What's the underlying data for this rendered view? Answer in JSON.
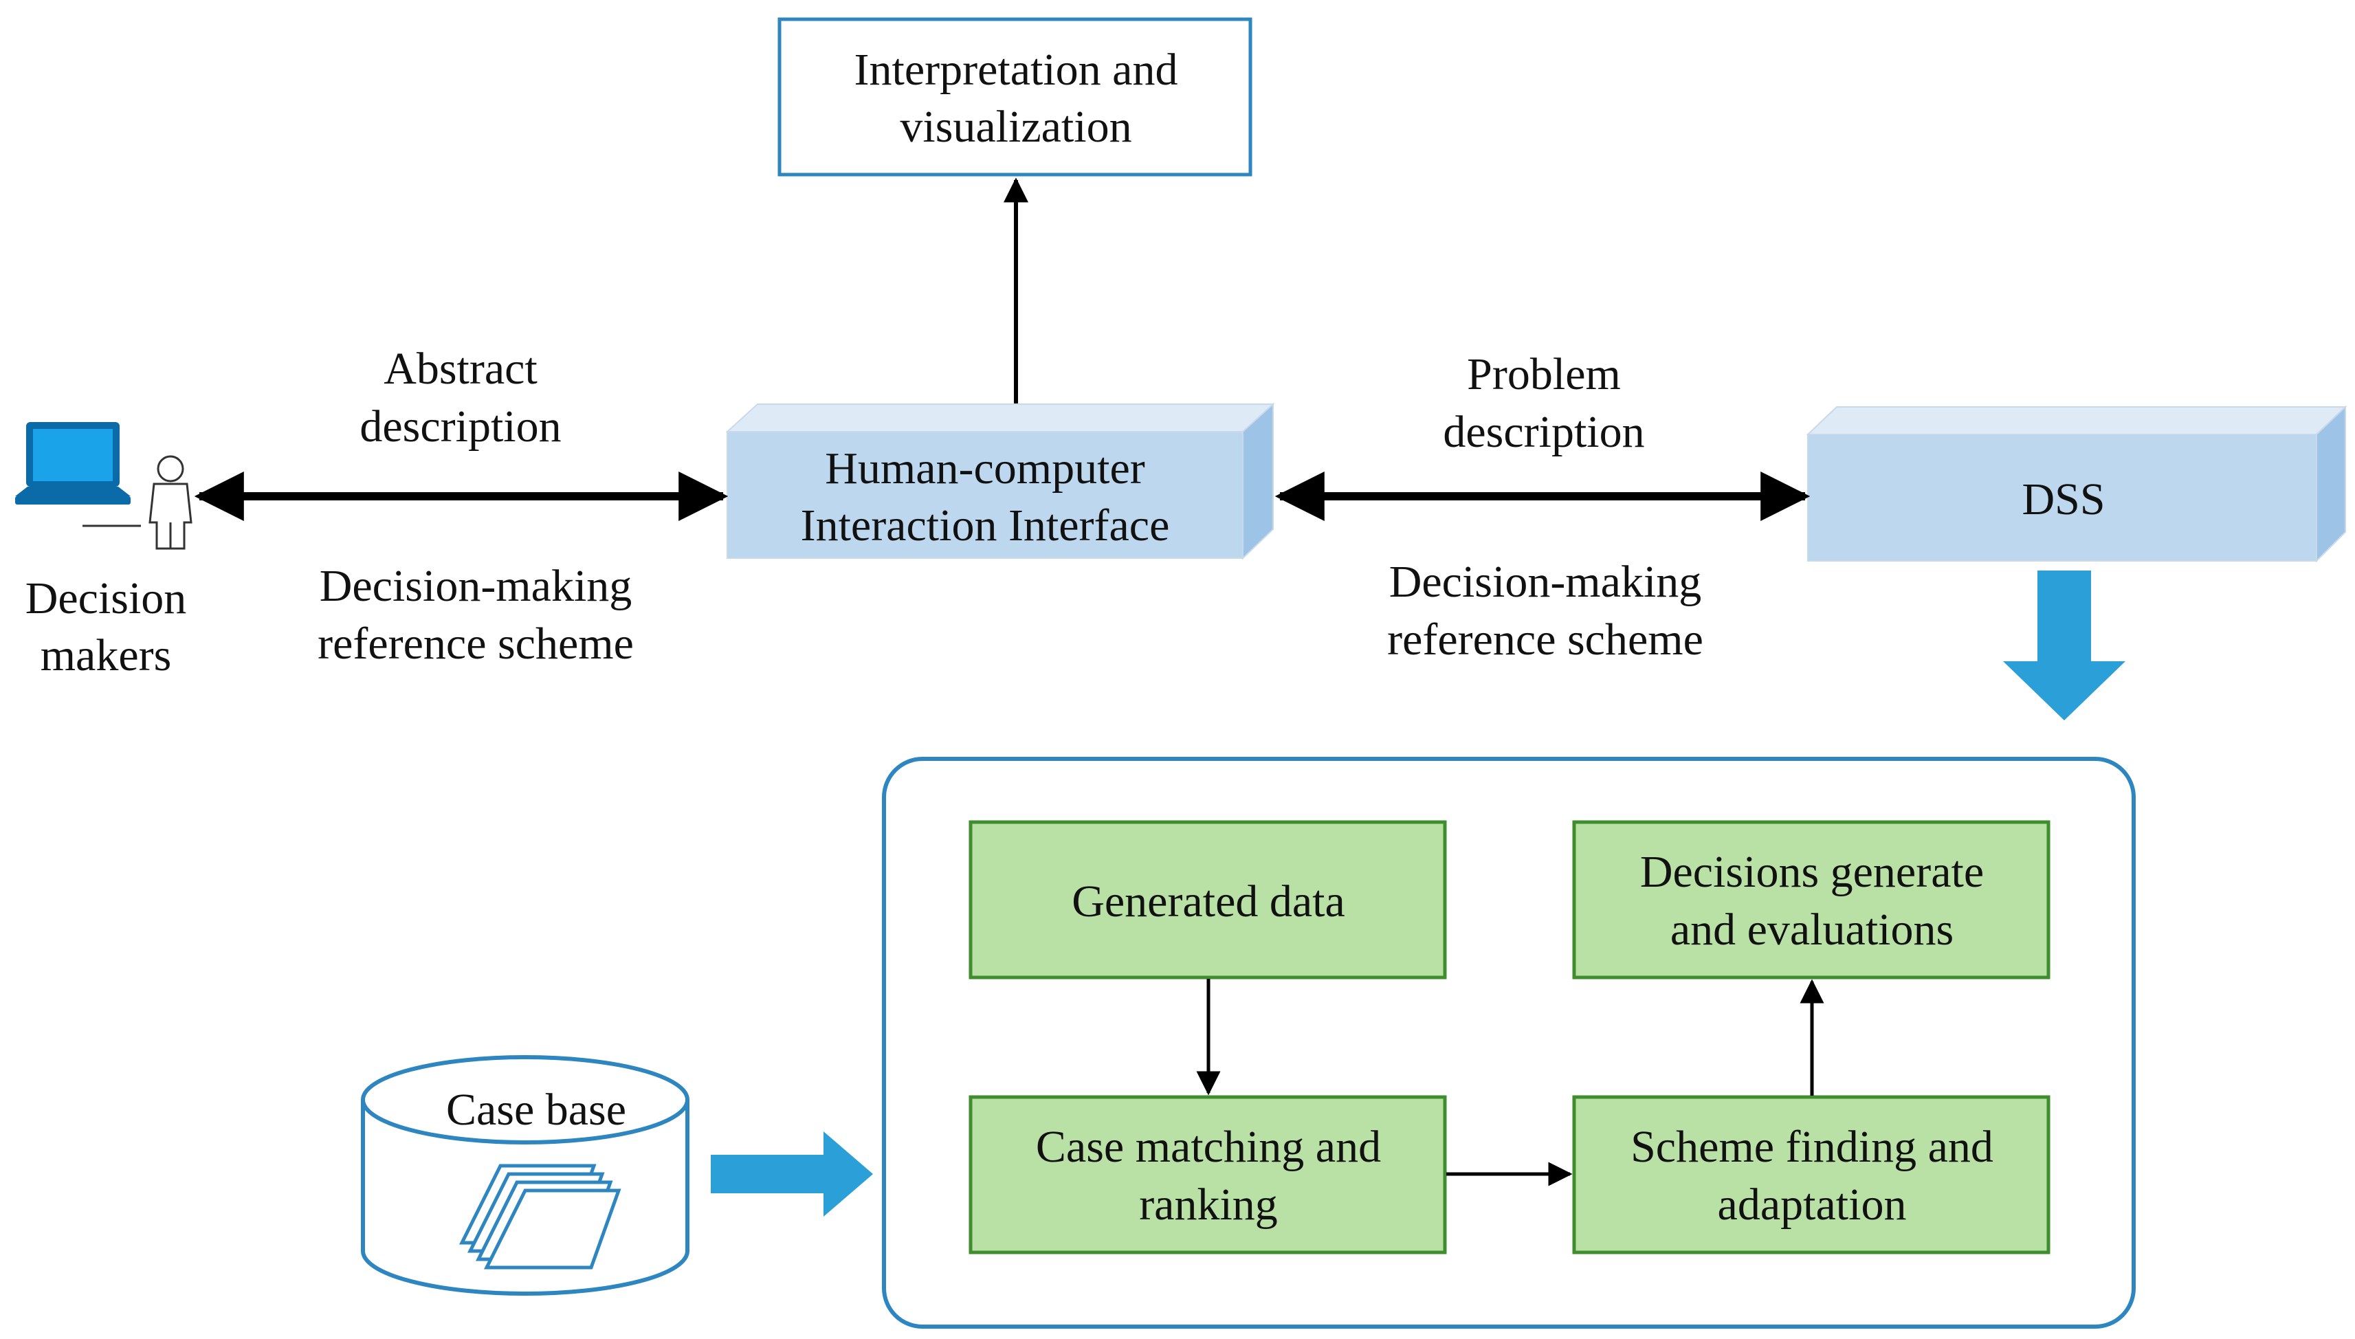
{
  "actor": {
    "label_lines": [
      "Decision",
      "makers"
    ],
    "icons": [
      "laptop-icon",
      "person-icon"
    ]
  },
  "nodes": {
    "interpretation": {
      "lines": [
        "Interpretation and",
        "visualization"
      ]
    },
    "hci": {
      "lines": [
        "Human-computer",
        "Interaction Interface"
      ]
    },
    "dss": {
      "lines": [
        "DSS"
      ]
    },
    "generated_data": {
      "lines": [
        "Generated data"
      ]
    },
    "decisions": {
      "lines": [
        "Decisions generate",
        "and evaluations"
      ]
    },
    "case_matching": {
      "lines": [
        "Case matching and",
        "ranking"
      ]
    },
    "scheme_finding": {
      "lines": [
        "Scheme finding and",
        "adaptation"
      ]
    },
    "case_base": {
      "lines": [
        "Case base"
      ],
      "icon": "document-stack-icon"
    }
  },
  "edge_labels": {
    "left_top": [
      "Abstract",
      "description"
    ],
    "left_bottom": [
      "Decision-making",
      "reference scheme"
    ],
    "right_top": [
      "Problem",
      "description"
    ],
    "right_bottom": [
      "Decision-making",
      "reference scheme"
    ]
  },
  "colors": {
    "blue_outline": "#2e86c1",
    "blue_fill": "#bdd7ee",
    "blue_side": "#9dc3e6",
    "blue_top": "#deebf7",
    "green_fill": "#b9e0a5",
    "green_outline": "#3e8e2e",
    "arrow_blue": "#2a9fd8",
    "arrow_black": "#000000"
  }
}
